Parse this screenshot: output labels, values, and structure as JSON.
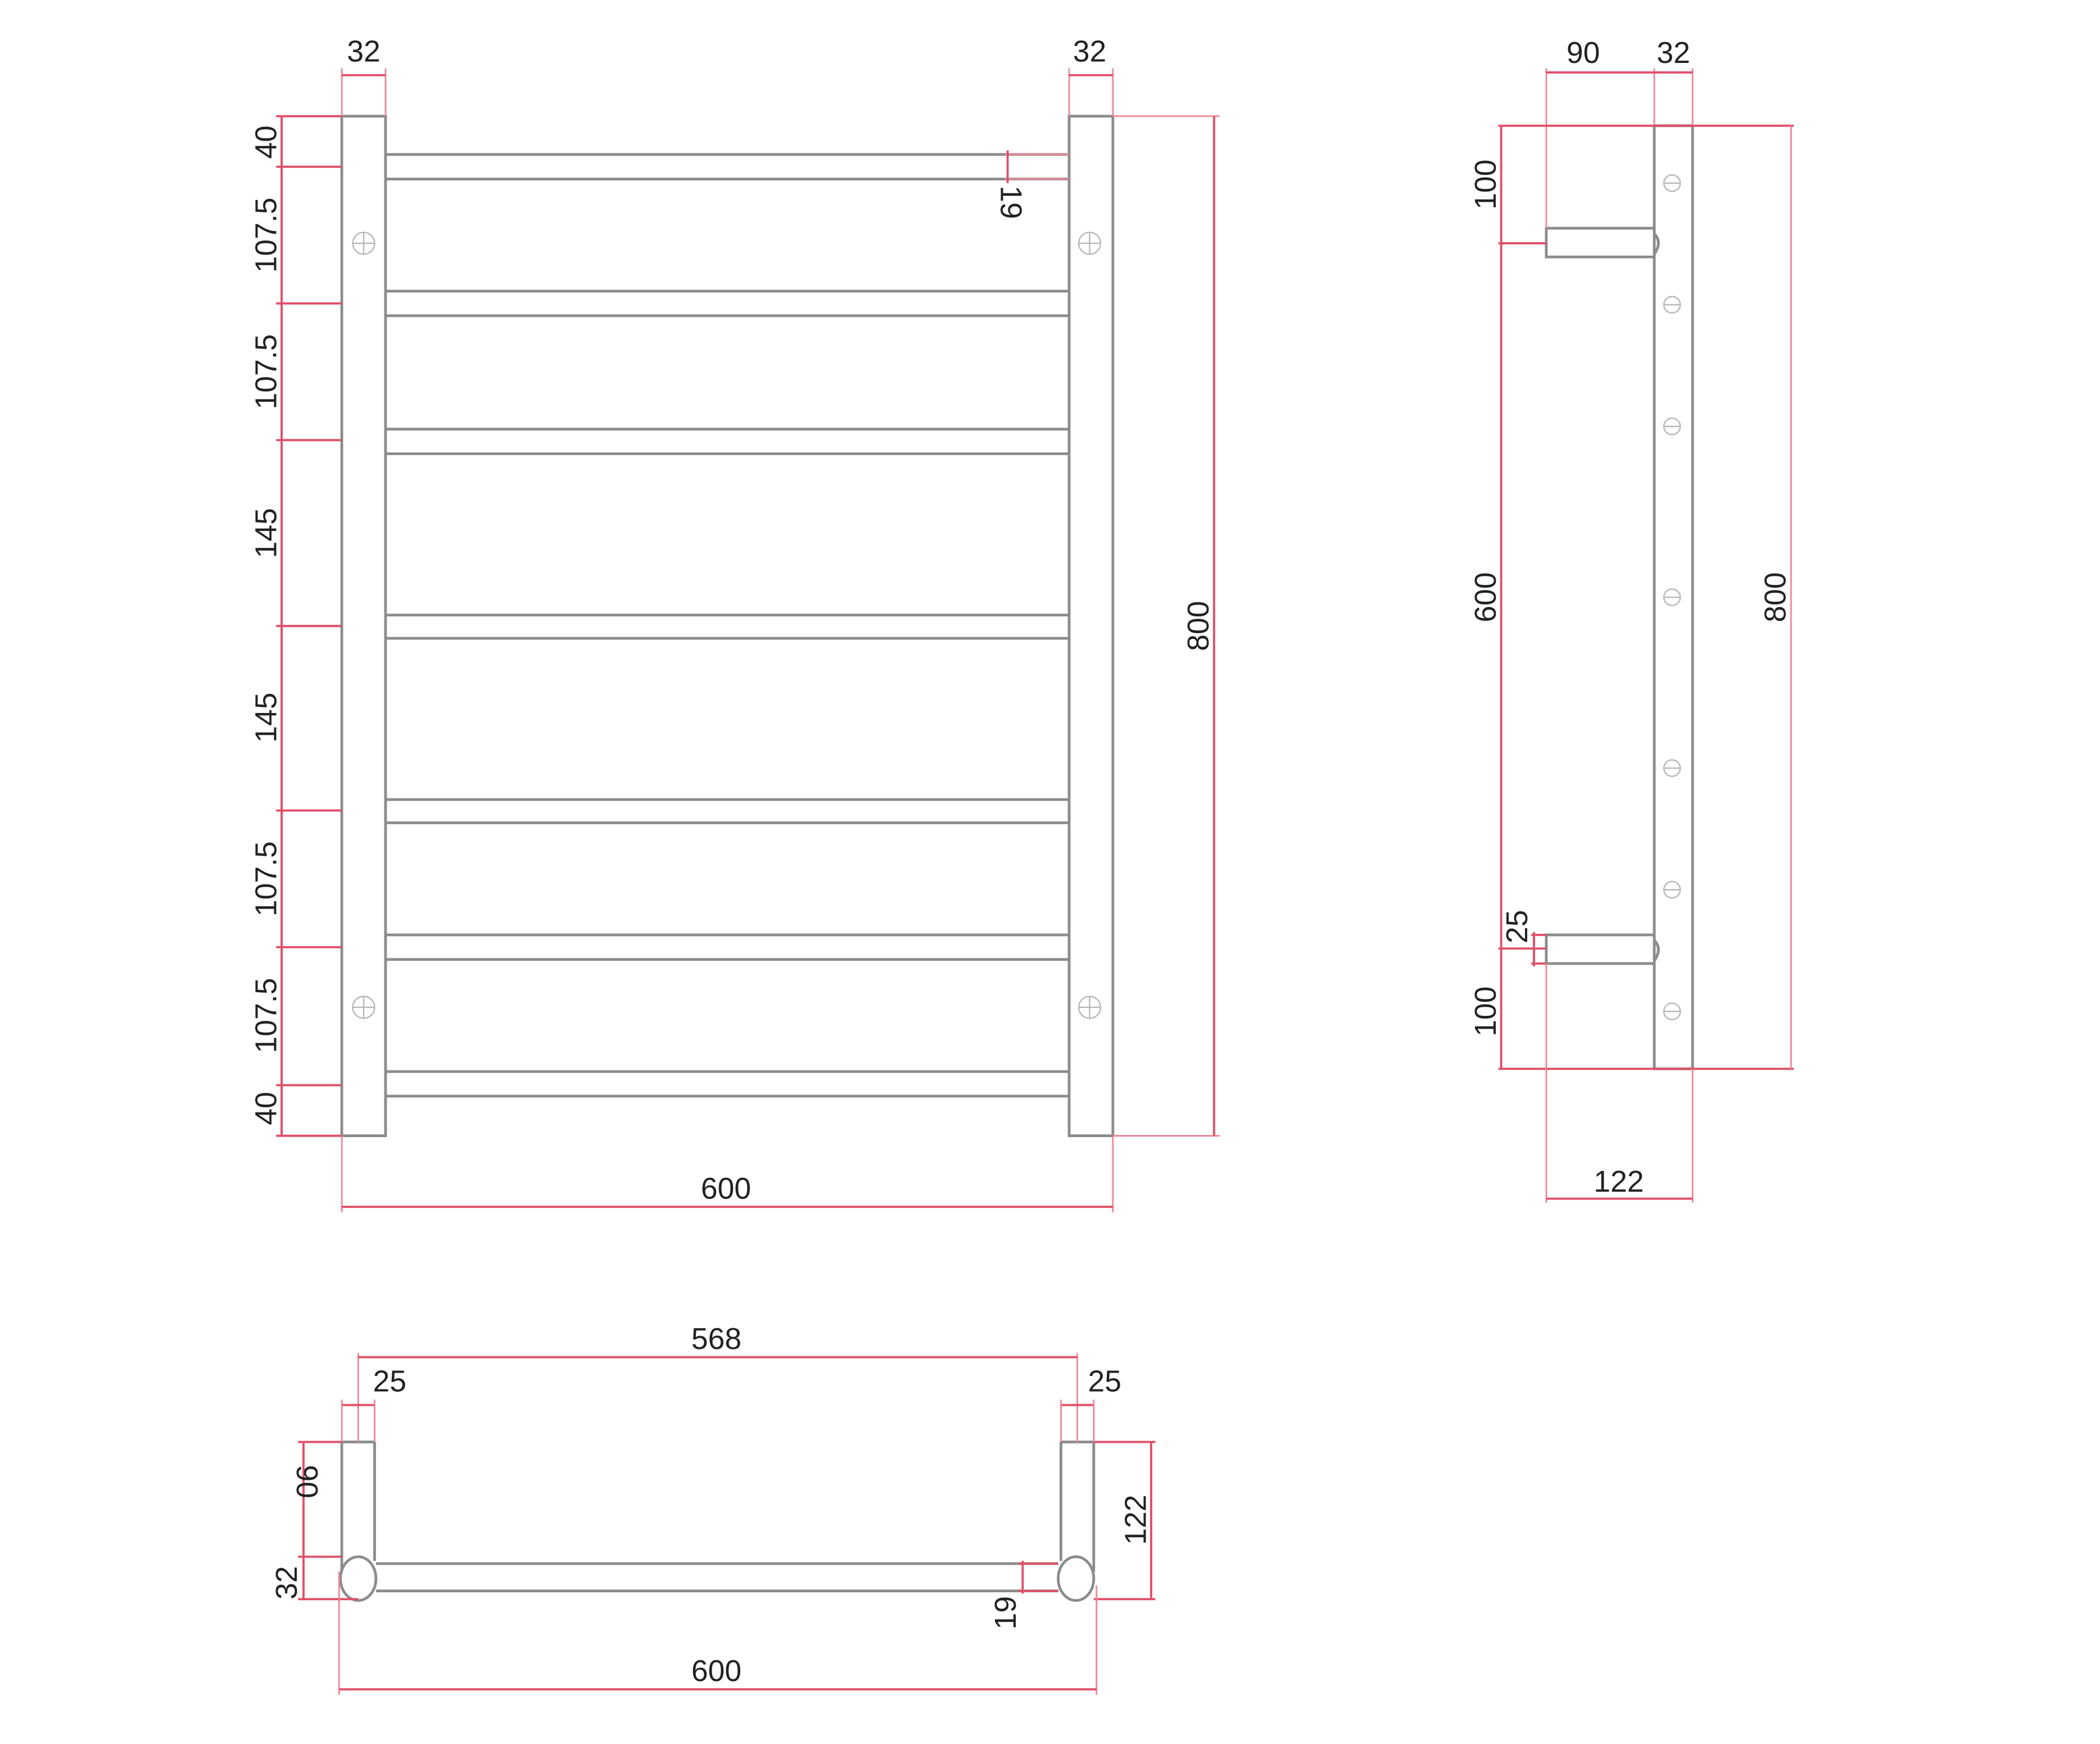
{
  "title": "Heated towel rail technical drawing",
  "units": "mm",
  "colors": {
    "dimension_line": "#e05068",
    "extension_line": "#ec8a9a",
    "object_line": "#8c8c8c",
    "text": "#222222",
    "background": "#ffffff"
  },
  "front_view": {
    "post_width_left": "32",
    "post_width_right": "32",
    "bar_diameter": "19",
    "overall_height": "800",
    "overall_width": "600",
    "vertical_spacings": [
      "40",
      "107.5",
      "107.5",
      "145",
      "145",
      "107.5",
      "107.5",
      "40"
    ],
    "bar_count": 7
  },
  "side_view": {
    "bracket_depth": "90",
    "post_width": "32",
    "top_offset": "100",
    "bottom_offset": "100",
    "bracket_spacing": "600",
    "overall_height": "800",
    "bracket_thickness": "25",
    "overall_depth": "122"
  },
  "top_view": {
    "inner_width": "568",
    "bracket_thickness_left": "25",
    "bracket_thickness_right": "25",
    "bracket_depth": "90",
    "post_diameter": "32",
    "bar_diameter": "19",
    "overall_depth": "122",
    "overall_width": "600"
  }
}
